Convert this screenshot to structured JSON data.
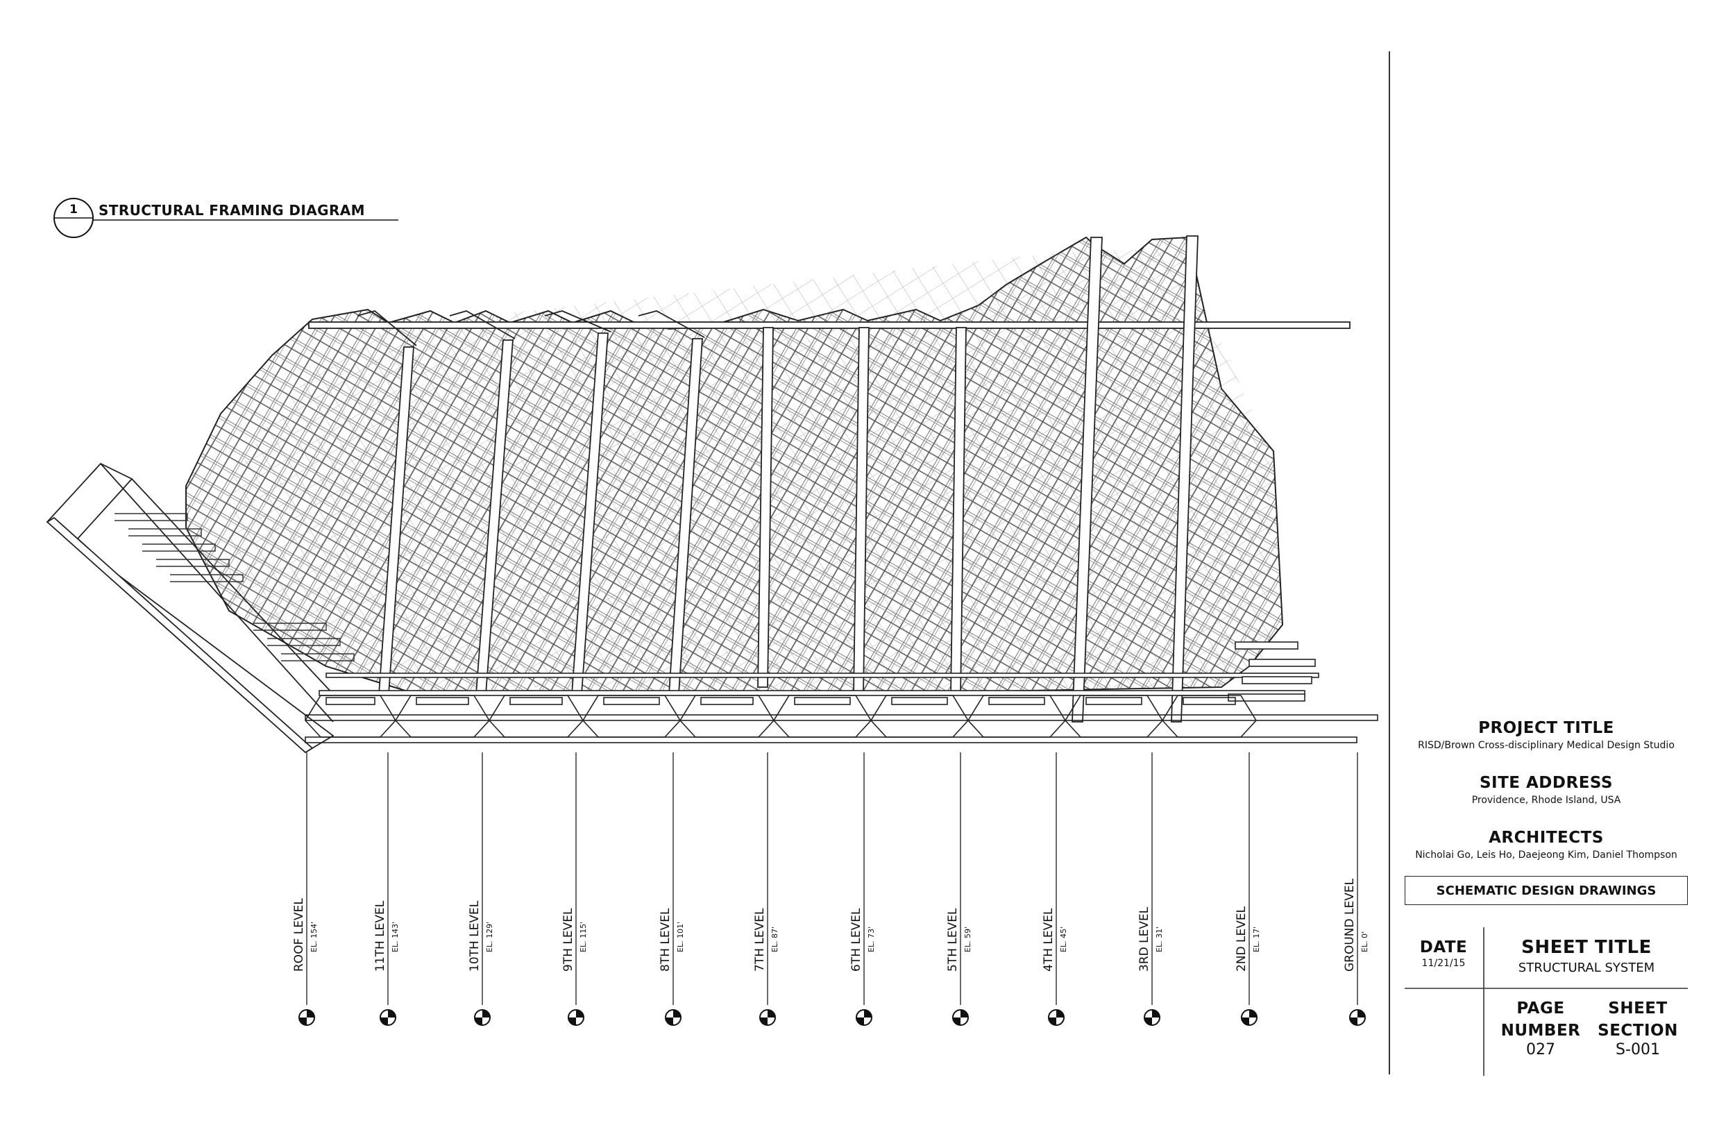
{
  "drawing": {
    "callout_number": "1",
    "callout_title": "STRUCTURAL FRAMING DIAGRAM",
    "levels": [
      {
        "name": "ROOF LEVEL",
        "elevation": "EL. 154'"
      },
      {
        "name": "11TH LEVEL",
        "elevation": "EL. 143'"
      },
      {
        "name": "10TH LEVEL",
        "elevation": "EL. 129'"
      },
      {
        "name": "9TH LEVEL",
        "elevation": "EL. 115'"
      },
      {
        "name": "8TH LEVEL",
        "elevation": "EL. 101'"
      },
      {
        "name": "7TH LEVEL",
        "elevation": "EL. 87'"
      },
      {
        "name": "6TH LEVEL",
        "elevation": "EL. 73'"
      },
      {
        "name": "5TH LEVEL",
        "elevation": "EL. 59'"
      },
      {
        "name": "4TH LEVEL",
        "elevation": "EL. 45'"
      },
      {
        "name": "3RD LEVEL",
        "elevation": "EL. 31'"
      },
      {
        "name": "2ND LEVEL",
        "elevation": "EL. 17'"
      },
      {
        "name": "GROUND LEVEL",
        "elevation": "EL. 0'"
      }
    ]
  },
  "title_block": {
    "project_title_label": "PROJECT TITLE",
    "project_title": "RISD/Brown Cross-disciplinary Medical Design Studio",
    "site_address_label": "SITE ADDRESS",
    "site_address": "Providence, Rhode Island, USA",
    "architects_label": "ARCHITECTS",
    "architects": "Nicholai Go, Leis Ho, Daejeong Kim, Daniel Thompson",
    "phase": "SCHEMATIC DESIGN DRAWINGS",
    "date_label": "DATE",
    "date": "11/21/15",
    "sheet_title_label": "SHEET TITLE",
    "sheet_title": "STRUCTURAL SYSTEM",
    "page_number_label_1": "PAGE",
    "page_number_label_2": "NUMBER",
    "page_number": "027",
    "sheet_section_label_1": "SHEET",
    "sheet_section_label_2": "SECTION",
    "sheet_section": "S-001"
  }
}
